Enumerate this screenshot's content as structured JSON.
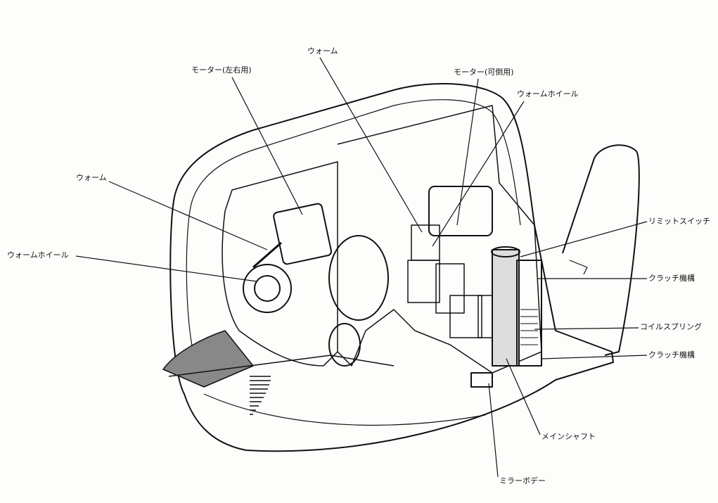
{
  "labels": {
    "motor_lr": "モーター(左右用)",
    "worm_top": "ウォーム",
    "motor_fold": "モーター(可倒用)",
    "worm_wheel_right": "ウォームホイール",
    "worm_left": "ウォーム",
    "worm_wheel_left": "ウォームホイール",
    "limit_switch": "リミットスイッチ",
    "clutch_upper": "クラッチ機構",
    "coil_spring": "コイルスプリング",
    "clutch_lower": "クラッチ機構",
    "main_shaft": "メインシャフト",
    "mirror_body": "ミラーボデー"
  }
}
